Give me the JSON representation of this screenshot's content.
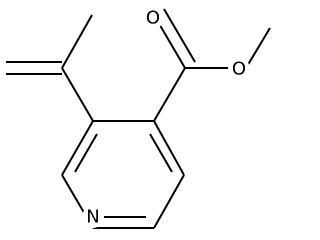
{
  "molecule": {
    "atoms": [
      {
        "id": "o_carbonyl",
        "symbol": "O"
      },
      {
        "id": "o_ester",
        "symbol": "O"
      },
      {
        "id": "n_ring",
        "symbol": "N"
      }
    ]
  }
}
